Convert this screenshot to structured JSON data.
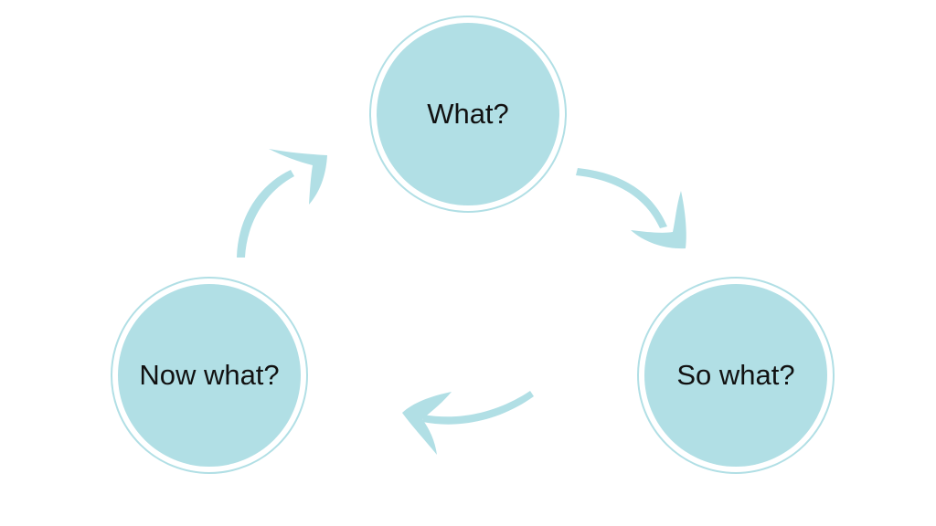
{
  "diagram": {
    "accent_color": "#b1dfe5",
    "text_color": "#111111",
    "nodes": [
      {
        "id": "what",
        "label": "What?"
      },
      {
        "id": "so-what",
        "label": "So what?"
      },
      {
        "id": "now-what",
        "label": "Now what?"
      }
    ],
    "edges": [
      {
        "from": "what",
        "to": "so-what",
        "icon": "curved-arrow-icon"
      },
      {
        "from": "so-what",
        "to": "now-what",
        "icon": "curved-arrow-icon"
      },
      {
        "from": "now-what",
        "to": "what",
        "icon": "curved-arrow-icon"
      }
    ]
  }
}
